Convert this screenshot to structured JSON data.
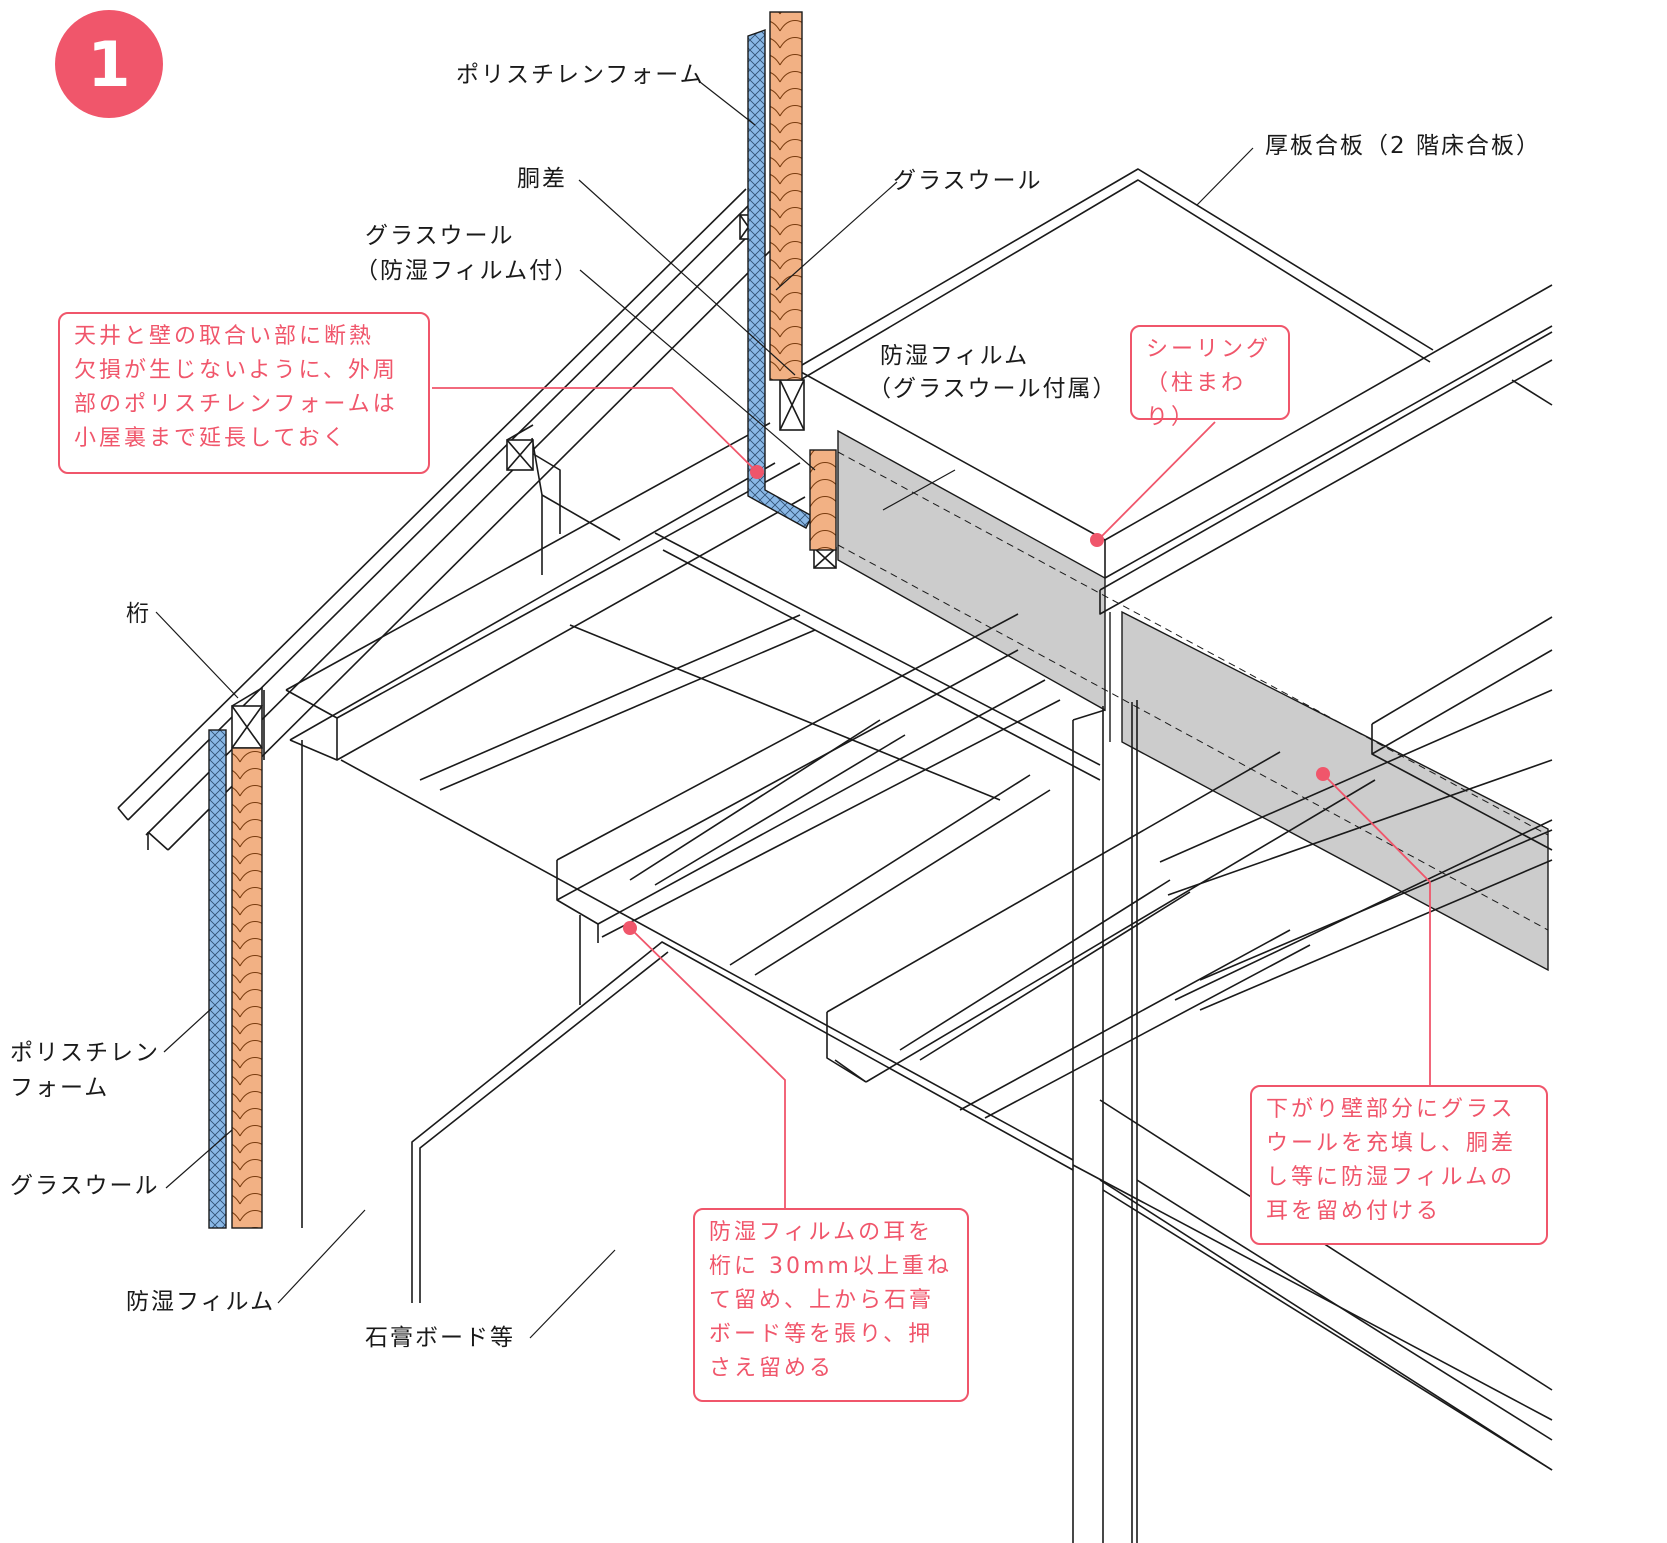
{
  "step_number": "1",
  "labels": {
    "polystyrene_top": "ポリスチレンフォーム",
    "dosashi": "胴差",
    "glasswool_top": "グラスウール",
    "glasswool_film_line1": "グラスウール",
    "glasswool_film_line2": "（防湿フィルム付）",
    "plywood": "厚板合板（2 階床合板）",
    "film_attached_line1": "防湿フィルム",
    "film_attached_line2": "（グラスウール付属）",
    "keta": "桁",
    "polystyrene_left_line1": "ポリスチレン",
    "polystyrene_left_line2": "フォーム",
    "glasswool_left": "グラスウール",
    "film_bottom": "防湿フィルム",
    "gypsum": "石膏ボード等"
  },
  "notes": {
    "ceiling_wall": "天井と壁の取合い部に断熱\n欠損が生じないように、外周\n部のポリスチレンフォームは\n小屋裏まで延長しておく",
    "sealing": "シーリング\n（柱まわり）",
    "film_ear": "防湿フィルムの耳を\n桁に 30mm以上重ね\nて留め、上から石膏\nボード等を張り、押\nさえ留める",
    "hanging_wall": "下がり壁部分にグラス\nウールを充填し、胴差\nし等に防湿フィルムの\n耳を留め付ける"
  },
  "colors": {
    "accent": "#f0566b",
    "polystyrene": "#8ab8e6",
    "glasswool": "#f2b184",
    "film_panel": "#cccccc",
    "line": "#1a1a1a"
  }
}
